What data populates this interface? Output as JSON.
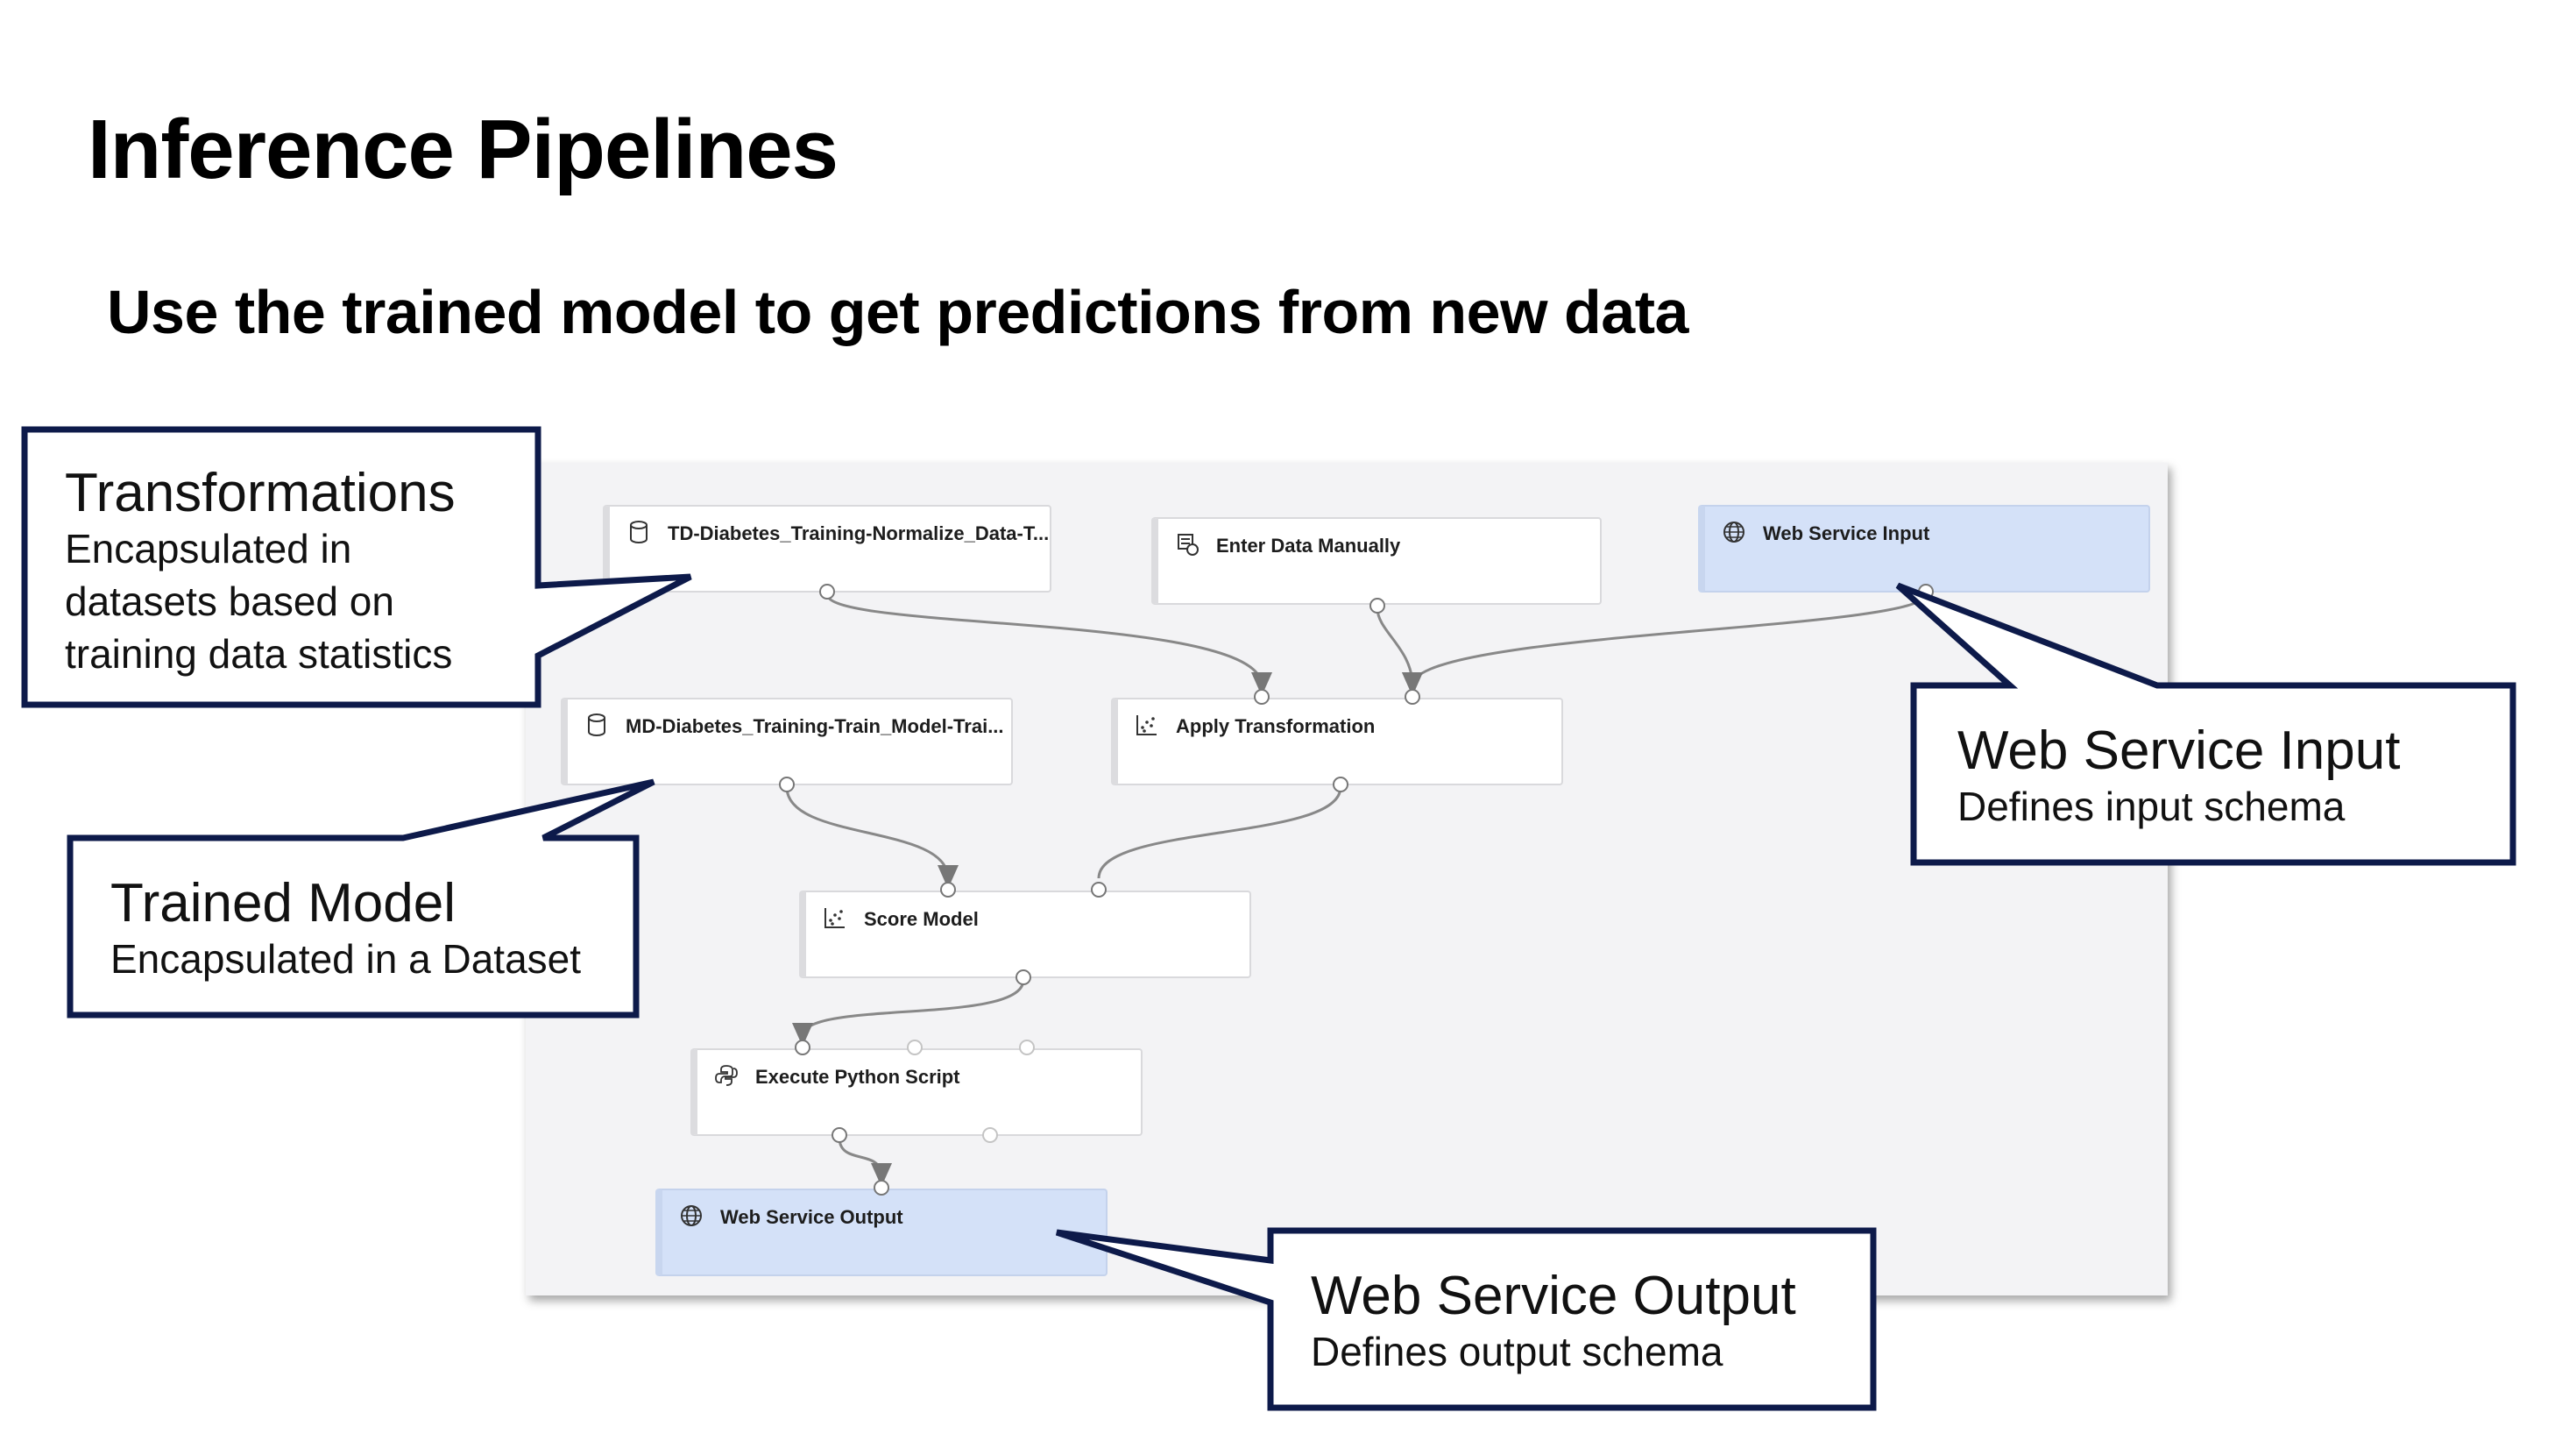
{
  "slide": {
    "title": "Inference Pipelines",
    "subtitle": "Use the trained model to get predictions from new data"
  },
  "pipeline": {
    "nodes": [
      {
        "id": "td_dataset",
        "label": "TD-Diabetes_Training-Normalize_Data-T...",
        "icon": "dataset-cylinder-icon"
      },
      {
        "id": "enter_data",
        "label": "Enter Data Manually",
        "icon": "enter-data-icon"
      },
      {
        "id": "ws_input",
        "label": "Web Service Input",
        "icon": "globe-icon"
      },
      {
        "id": "md_dataset",
        "label": "MD-Diabetes_Training-Train_Model-Trai...",
        "icon": "dataset-cylinder-icon"
      },
      {
        "id": "apply_transform",
        "label": "Apply Transformation",
        "icon": "scatter-chart-icon"
      },
      {
        "id": "score_model",
        "label": "Score Model",
        "icon": "scatter-chart-icon"
      },
      {
        "id": "python_script",
        "label": "Execute Python Script",
        "icon": "python-icon"
      },
      {
        "id": "ws_output",
        "label": "Web Service Output",
        "icon": "globe-icon"
      }
    ]
  },
  "callouts": {
    "transformations": {
      "head": "Transformations",
      "lines": [
        "Encapsulated in",
        "datasets based on",
        "training data statistics"
      ]
    },
    "trained_model": {
      "head": "Trained Model",
      "lines": [
        "Encapsulated in a Dataset"
      ]
    },
    "ws_input": {
      "head": "Web Service Input",
      "lines": [
        "Defines input schema"
      ]
    },
    "ws_output": {
      "head": "Web Service Output",
      "lines": [
        "Defines output schema"
      ]
    }
  },
  "colors": {
    "callout_border": "#0d1a4a",
    "web_service_fill": "#d4e1f8",
    "canvas_bg": "#f3f3f5"
  }
}
